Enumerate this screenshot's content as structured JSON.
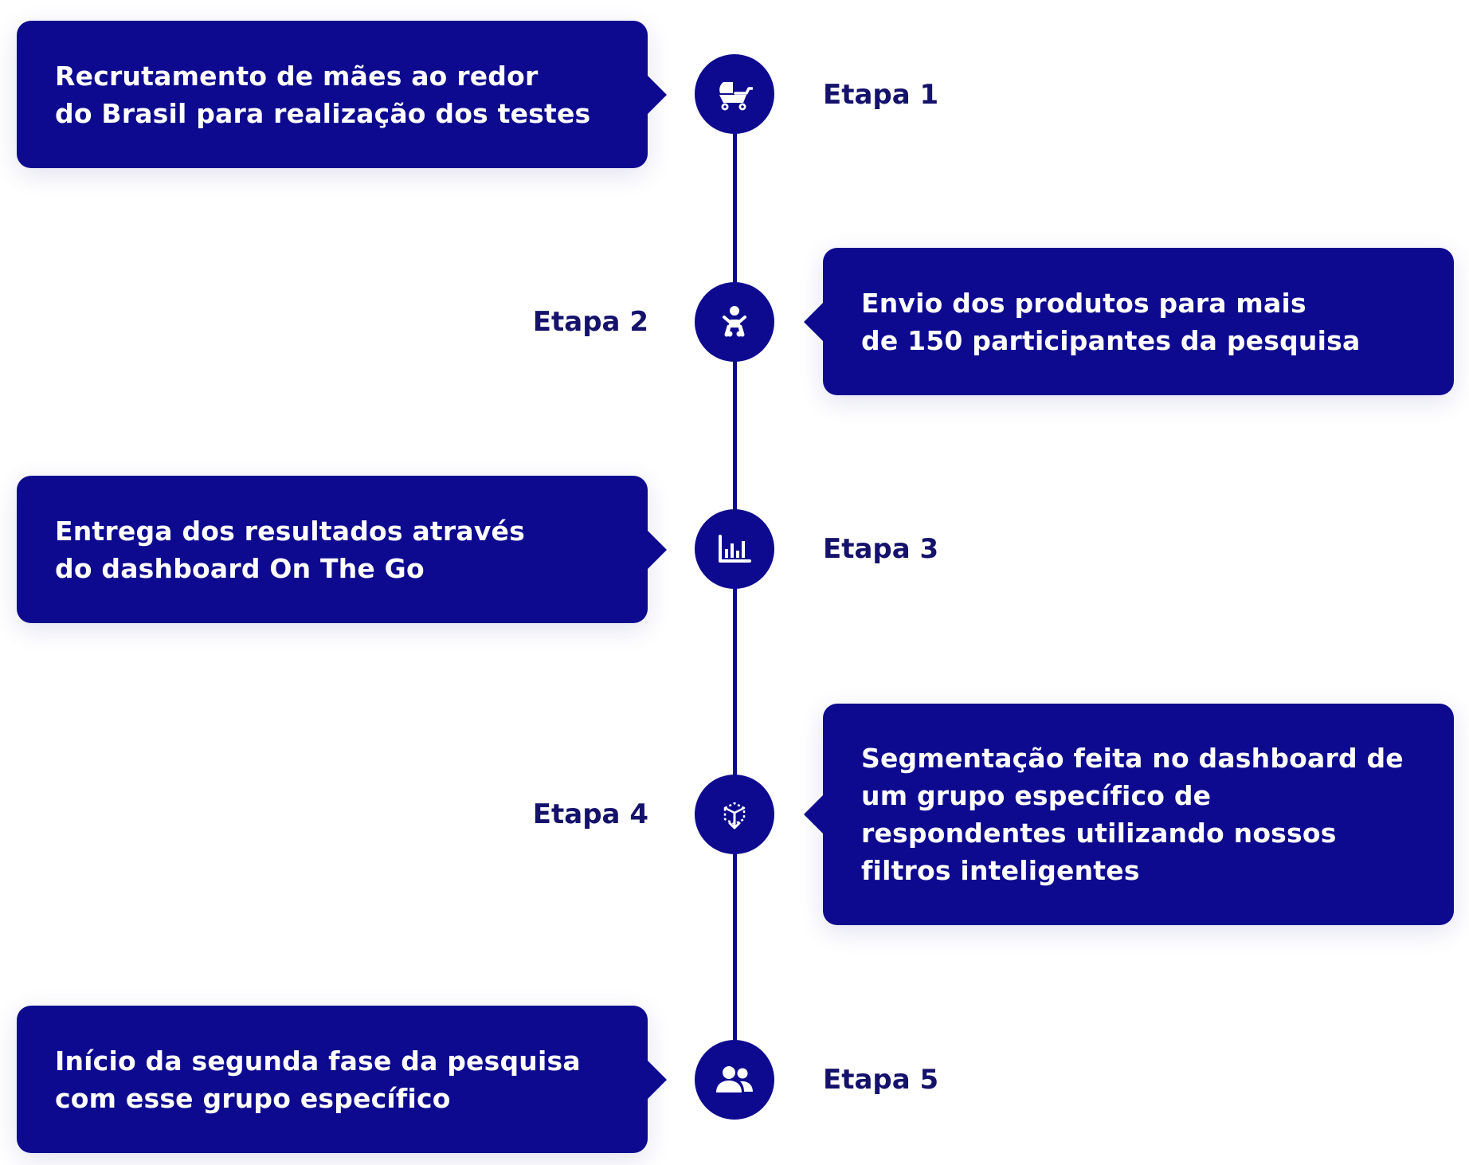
{
  "colors": {
    "primary": "#0e0a8f",
    "label": "#14126b",
    "icon": "#ffffff"
  },
  "steps": [
    {
      "label": "Etapa 1",
      "description": "Recrutamento de mães ao redor\ndo Brasil para realização dos testes",
      "icon": "baby-stroller-icon"
    },
    {
      "label": "Etapa 2",
      "description": "Envio dos produtos para mais\nde 150 participantes da pesquisa",
      "icon": "baby-icon"
    },
    {
      "label": "Etapa 3",
      "description": "Entrega dos resultados através\ndo dashboard On The Go",
      "icon": "bar-chart-icon"
    },
    {
      "label": "Etapa 4",
      "description": "Segmentação feita no dashboard de\num grupo específico de\nrespondentes utilizando nossos\nfiltros inteligentes",
      "icon": "segment-cube-icon"
    },
    {
      "label": "Etapa 5",
      "description": "Início da segunda fase da pesquisa\ncom esse grupo específico",
      "icon": "users-group-icon"
    }
  ]
}
